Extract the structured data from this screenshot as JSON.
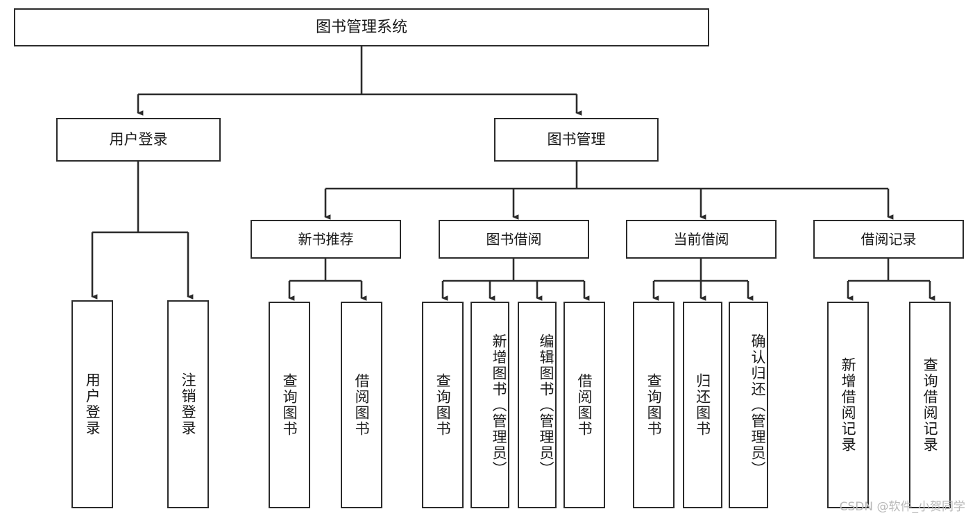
{
  "diagram": {
    "title": "图书管理系统",
    "watermark": "CSDN @软件_小贺同学",
    "stroke_color": "#2b2b2b",
    "background_color": "#ffffff",
    "nodes": {
      "root": {
        "label": "图书管理系统"
      },
      "level2": [
        {
          "id": "user-login",
          "label": "用户登录"
        },
        {
          "id": "book-manage",
          "label": "图书管理"
        }
      ],
      "level3": [
        {
          "id": "new-book-recommend",
          "label": "新书推荐"
        },
        {
          "id": "book-borrow",
          "label": "图书借阅"
        },
        {
          "id": "current-borrow",
          "label": "当前借阅"
        },
        {
          "id": "borrow-record",
          "label": "借阅记录"
        }
      ],
      "leaves": {
        "user_login": [
          {
            "id": "leaf-user-login",
            "label": "用户登录"
          },
          {
            "id": "leaf-logout-login",
            "label": "注销登录"
          }
        ],
        "new_book_recommend": [
          {
            "id": "leaf-query-book-1",
            "label": "查询图书"
          },
          {
            "id": "leaf-borrow-book-1",
            "label": "借阅图书"
          }
        ],
        "book_borrow": [
          {
            "id": "leaf-query-book-2",
            "label": "查询图书"
          },
          {
            "id": "leaf-add-book-admin",
            "label": "新增图书（管理员）"
          },
          {
            "id": "leaf-edit-book-admin",
            "label": "编辑图书（管理员）"
          },
          {
            "id": "leaf-borrow-book-2",
            "label": "借阅图书"
          }
        ],
        "current_borrow": [
          {
            "id": "leaf-query-book-3",
            "label": "查询图书"
          },
          {
            "id": "leaf-return-book",
            "label": "归还图书"
          },
          {
            "id": "leaf-confirm-return-admin",
            "label": "确认归还（管理员）"
          }
        ],
        "borrow_record": [
          {
            "id": "leaf-add-borrow-record",
            "label": "新增借阅记录"
          },
          {
            "id": "leaf-query-borrow-record",
            "label": "查询借阅记录"
          }
        ]
      }
    }
  }
}
